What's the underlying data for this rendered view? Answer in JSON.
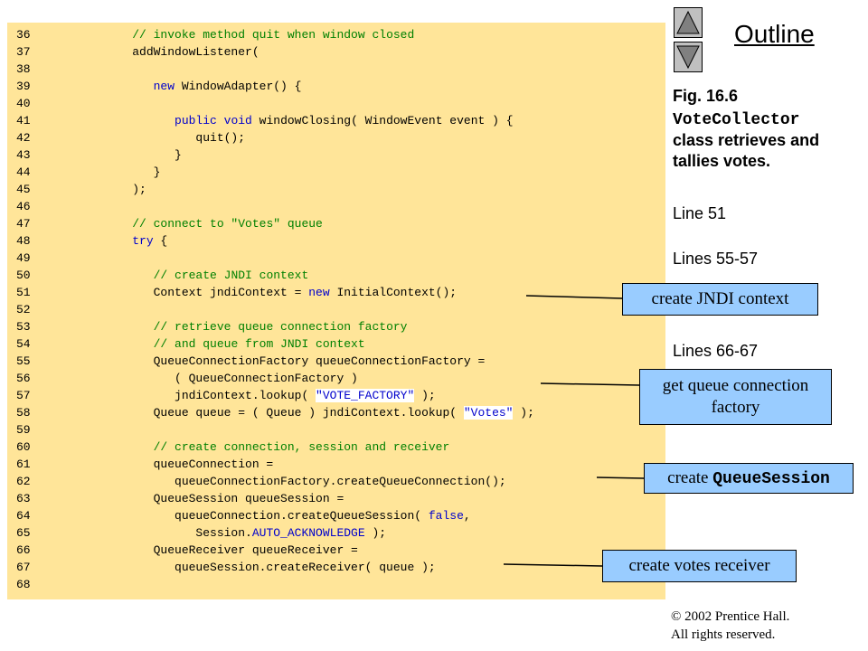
{
  "code": {
    "lines": [
      {
        "n": "36",
        "parts": [
          {
            "t": "         "
          },
          {
            "t": "// invoke method quit when window closed",
            "c": "c"
          }
        ]
      },
      {
        "n": "37",
        "parts": [
          {
            "t": "         addWindowListener("
          }
        ]
      },
      {
        "n": "38",
        "parts": [
          {
            "t": ""
          }
        ]
      },
      {
        "n": "39",
        "parts": [
          {
            "t": "            "
          },
          {
            "t": "new",
            "c": "k"
          },
          {
            "t": " WindowAdapter() {"
          }
        ]
      },
      {
        "n": "40",
        "parts": [
          {
            "t": ""
          }
        ]
      },
      {
        "n": "41",
        "parts": [
          {
            "t": "               "
          },
          {
            "t": "public void",
            "c": "k"
          },
          {
            "t": " windowClosing( WindowEvent event ) {"
          }
        ]
      },
      {
        "n": "42",
        "parts": [
          {
            "t": "                  quit();"
          }
        ]
      },
      {
        "n": "43",
        "parts": [
          {
            "t": "               }"
          }
        ]
      },
      {
        "n": "44",
        "parts": [
          {
            "t": "            }"
          }
        ]
      },
      {
        "n": "45",
        "parts": [
          {
            "t": "         );"
          }
        ]
      },
      {
        "n": "46",
        "parts": [
          {
            "t": ""
          }
        ]
      },
      {
        "n": "47",
        "parts": [
          {
            "t": "         "
          },
          {
            "t": "// connect to \"Votes\" queue",
            "c": "c"
          }
        ]
      },
      {
        "n": "48",
        "parts": [
          {
            "t": "         "
          },
          {
            "t": "try",
            "c": "k"
          },
          {
            "t": " {"
          }
        ]
      },
      {
        "n": "49",
        "parts": [
          {
            "t": ""
          }
        ]
      },
      {
        "n": "50",
        "parts": [
          {
            "t": "            "
          },
          {
            "t": "// create JNDI context",
            "c": "c"
          }
        ]
      },
      {
        "n": "51",
        "parts": [
          {
            "t": "            Context jndiContext = "
          },
          {
            "t": "new",
            "c": "k"
          },
          {
            "t": " InitialContext();"
          }
        ]
      },
      {
        "n": "52",
        "parts": [
          {
            "t": ""
          }
        ]
      },
      {
        "n": "53",
        "parts": [
          {
            "t": "            "
          },
          {
            "t": "// retrieve queue connection factory",
            "c": "c"
          }
        ]
      },
      {
        "n": "54",
        "parts": [
          {
            "t": "            "
          },
          {
            "t": "// and queue from JNDI context",
            "c": "c"
          }
        ]
      },
      {
        "n": "55",
        "parts": [
          {
            "t": "            QueueConnectionFactory queueConnectionFactory ="
          }
        ]
      },
      {
        "n": "56",
        "parts": [
          {
            "t": "               ( QueueConnectionFactory )"
          }
        ]
      },
      {
        "n": "57",
        "parts": [
          {
            "t": "               jndiContext.lookup( "
          },
          {
            "t": "\"VOTE_FACTORY\"",
            "c": "str"
          },
          {
            "t": " );"
          }
        ]
      },
      {
        "n": "58",
        "parts": [
          {
            "t": "            Queue queue = ( Queue ) jndiContext.lookup( "
          },
          {
            "t": "\"Votes\"",
            "c": "str"
          },
          {
            "t": " );"
          }
        ]
      },
      {
        "n": "59",
        "parts": [
          {
            "t": ""
          }
        ]
      },
      {
        "n": "60",
        "parts": [
          {
            "t": "            "
          },
          {
            "t": "// create connection, session and receiver",
            "c": "c"
          }
        ]
      },
      {
        "n": "61",
        "parts": [
          {
            "t": "            queueConnection ="
          }
        ]
      },
      {
        "n": "62",
        "parts": [
          {
            "t": "               queueConnectionFactory.createQueueConnection();"
          }
        ]
      },
      {
        "n": "63",
        "parts": [
          {
            "t": "            QueueSession queueSession ="
          }
        ]
      },
      {
        "n": "64",
        "parts": [
          {
            "t": "               queueConnection.createQueueSession( "
          },
          {
            "t": "false",
            "c": "k"
          },
          {
            "t": ","
          }
        ]
      },
      {
        "n": "65",
        "parts": [
          {
            "t": "                  Session."
          },
          {
            "t": "AUTO_ACKNOWLEDGE",
            "c": "s"
          },
          {
            "t": " );"
          }
        ]
      },
      {
        "n": "66",
        "parts": [
          {
            "t": "            QueueReceiver queueReceiver ="
          }
        ]
      },
      {
        "n": "67",
        "parts": [
          {
            "t": "               queueSession.createReceiver( queue );"
          }
        ]
      },
      {
        "n": "68",
        "parts": [
          {
            "t": ""
          }
        ]
      }
    ]
  },
  "nav": {
    "up_icon": "triangle-up-icon",
    "down_icon": "triangle-down-icon"
  },
  "outline_label": "Outline",
  "sidebar": {
    "fig_label": "Fig. 16.6",
    "fig_class": "VoteCollector",
    "fig_desc_1": "class retrieves and",
    "fig_desc_2": "tallies votes.",
    "ref1": "Line 51",
    "ref2": "Lines 55-57",
    "ref3": "Lines 66-67"
  },
  "callouts": {
    "jndi": "create JNDI context",
    "factory_1": "get queue connection",
    "factory_2": "factory",
    "session_prefix": "create ",
    "session_code": "QueueSession",
    "receiver": "create votes receiver"
  },
  "copyright": {
    "line1": "© 2002 Prentice Hall.",
    "line2": "All rights reserved."
  },
  "colors": {
    "code_bg": "#ffe599",
    "callout_bg": "#99ccff",
    "comment": "#008000",
    "keyword": "#0000cc"
  }
}
